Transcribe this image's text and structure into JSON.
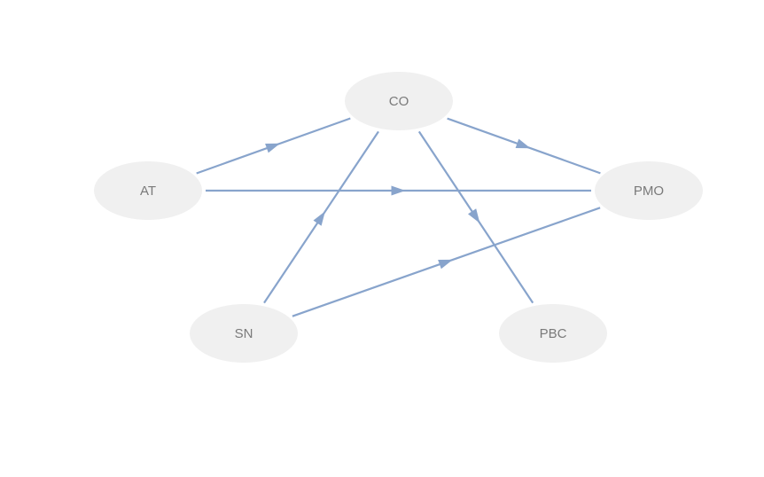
{
  "diagram": {
    "colors": {
      "edge": "#88a4cc",
      "node_fill": "#f0f0f0",
      "label": "#7a7a7a",
      "background": "#ffffff"
    },
    "nodes": [
      {
        "id": "CO",
        "label": "CO"
      },
      {
        "id": "AT",
        "label": "AT"
      },
      {
        "id": "PMO",
        "label": "PMO"
      },
      {
        "id": "SN",
        "label": "SN"
      },
      {
        "id": "PBC",
        "label": "PBC"
      }
    ],
    "edges": [
      {
        "from": "AT",
        "to": "CO"
      },
      {
        "from": "CO",
        "to": "PMO"
      },
      {
        "from": "AT",
        "to": "PMO"
      },
      {
        "from": "SN",
        "to": "CO"
      },
      {
        "from": "CO",
        "to": "PBC"
      },
      {
        "from": "SN",
        "to": "PMO"
      }
    ]
  }
}
